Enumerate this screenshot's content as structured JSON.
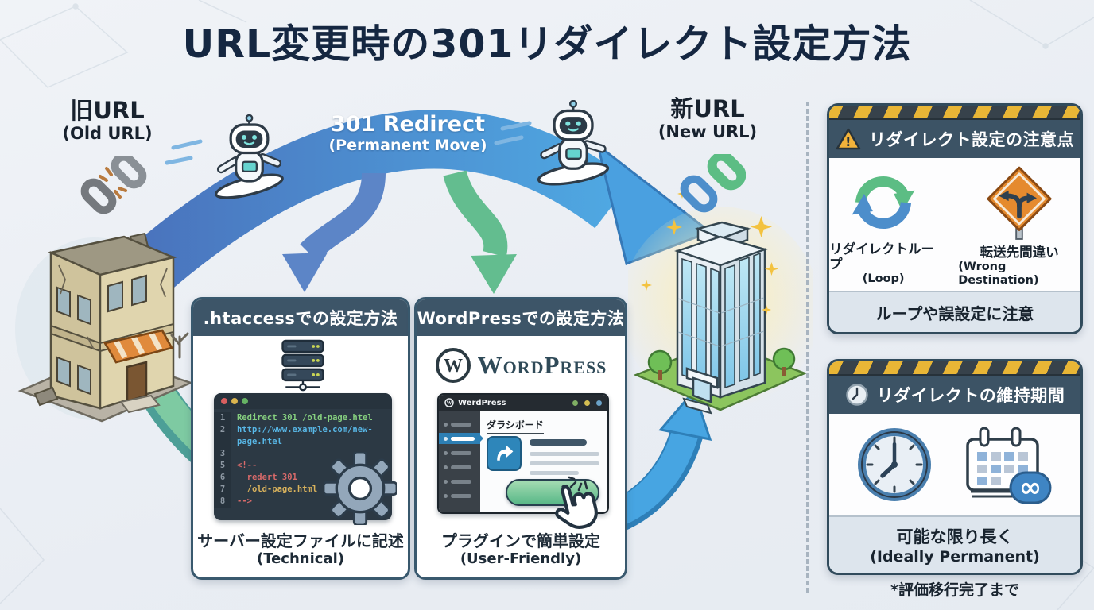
{
  "title": "URL変更時の301リダイレクト設定方法",
  "old_url": {
    "label": "旧URL",
    "sublabel": "(Old URL)"
  },
  "redirect_arrow": {
    "label": "301 Redirect",
    "sublabel": "(Permanent Move)"
  },
  "new_url": {
    "label": "新URL",
    "sublabel": "(New URL)"
  },
  "htaccess": {
    "header": ".htaccessでの設定方法",
    "code": {
      "lines": [
        {
          "num": "1",
          "text": "Redirect 301 /old-page.htel"
        },
        {
          "num": "2",
          "text": "http://www.example.com/new-"
        },
        {
          "num": "",
          "text": "page.htel"
        },
        {
          "num": "3",
          "text": ""
        },
        {
          "num": "5",
          "text": "<!--"
        },
        {
          "num": "6",
          "text": "  redert 301"
        },
        {
          "num": "7",
          "text": "  /old-page.html"
        },
        {
          "num": "8",
          "text": "-->"
        }
      ]
    },
    "caption": "サーバー設定ファイルに記述",
    "caption_en": "(Technical)"
  },
  "wordpress": {
    "header": "WordPressでの設定方法",
    "logo_text": "WordPress",
    "window_title": "WerdPress",
    "dashboard_label": "ダラシボード",
    "caption": "プラグインで簡単設定",
    "caption_en": "(User-Friendly)"
  },
  "caution_box": {
    "header": "リダイレクト設定の注意点",
    "items": [
      {
        "label": "リダイレクトループ",
        "sublabel": "(Loop)"
      },
      {
        "label": "転送先間違い",
        "sublabel": "(Wrong Destination)"
      }
    ],
    "footer": "ループや誤設定に注意"
  },
  "duration_box": {
    "header": "リダイレクトの維持期間",
    "footer": "可能な限り長く",
    "footer_en": "(Ideally Permanent)",
    "note": "*評価移行完了まで"
  },
  "colors": {
    "arrow_blue": "#4a9fe0",
    "arrow_green": "#63bd8f",
    "hazard_yellow": "#e9b636",
    "header_slate": "#3d5568",
    "title_navy": "#152741",
    "button_green": "#57b787"
  }
}
